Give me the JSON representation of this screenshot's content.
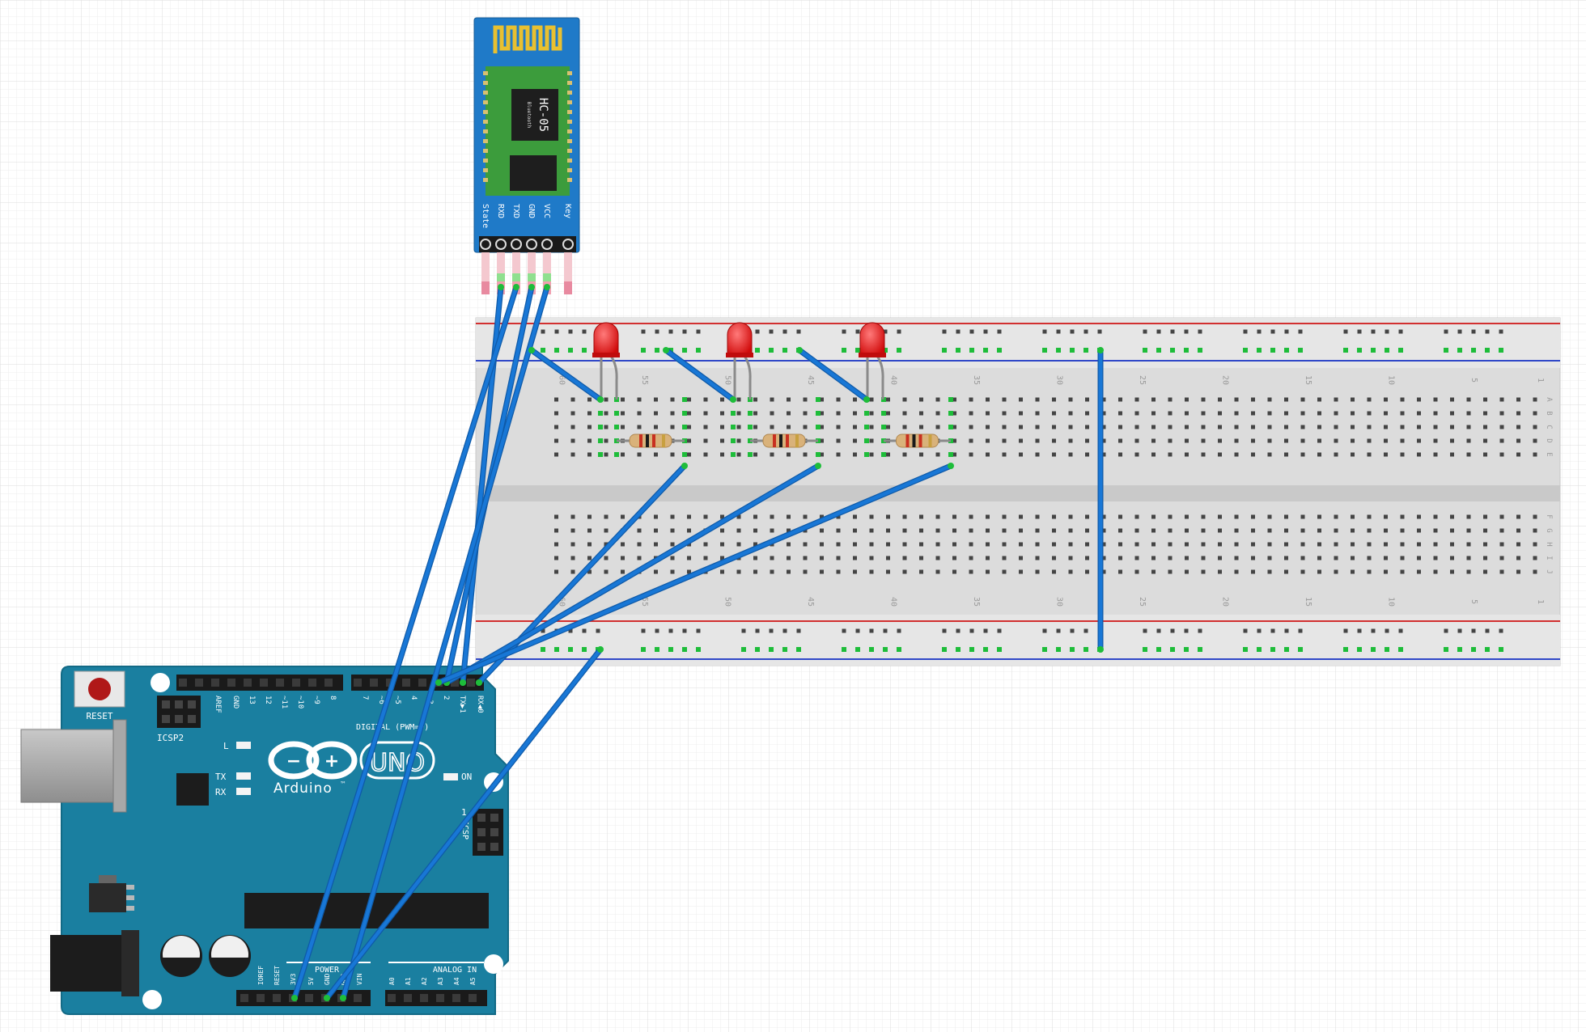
{
  "bluetooth_module": {
    "chip_label": "HC-05",
    "chip_sublabel": "Bluetooth",
    "pins": [
      "State",
      "RXD",
      "TXD",
      "GND",
      "VCC",
      "Key"
    ]
  },
  "breadboard": {
    "column_numbers_top": [
      "60",
      "55",
      "50",
      "45",
      "40",
      "35",
      "30",
      "25",
      "20",
      "15",
      "10",
      "5",
      "1"
    ],
    "column_numbers_bottom": [
      "60",
      "55",
      "50",
      "45",
      "40",
      "35",
      "30",
      "25",
      "20",
      "15",
      "10",
      "5",
      "1"
    ],
    "row_letters_top": [
      "A",
      "B",
      "C",
      "D",
      "E"
    ],
    "row_letters_bottom": [
      "F",
      "G",
      "H",
      "I",
      "J"
    ]
  },
  "arduino": {
    "reset_label": "RESET",
    "icsp2_label": "ICSP2",
    "icsp_label": "ICSP",
    "icsp_pin1": "1",
    "digital_label": "DIGITAL (PWM=~)",
    "header_top_left": [
      "AREF",
      "GND",
      "13",
      "12",
      "~11",
      "~10",
      "~9",
      "8"
    ],
    "header_top_right": [
      "7",
      "~6",
      "~5",
      "4",
      "~3",
      "2",
      "TX▶1",
      "RX◀0"
    ],
    "led_l": "L",
    "led_tx": "TX",
    "led_rx": "RX",
    "led_on": "ON",
    "brand": "Arduino",
    "trademark": "™",
    "model": "UNO",
    "power_label": "POWER",
    "analog_label": "ANALOG IN",
    "power_pins": [
      "IOREF",
      "RESET",
      "3V3",
      "5V",
      "GND",
      "GND",
      "VIN"
    ],
    "analog_pins": [
      "A0",
      "A1",
      "A2",
      "A3",
      "A4",
      "A5"
    ]
  },
  "colors": {
    "wire": "#1877d6",
    "board": "#1a7fa0",
    "bt_pcb": "#1f7ac8",
    "led_red": "#e01010",
    "rail_red": "#d23030",
    "rail_blue": "#3048c8",
    "hole_green": "#1ebd3a"
  }
}
